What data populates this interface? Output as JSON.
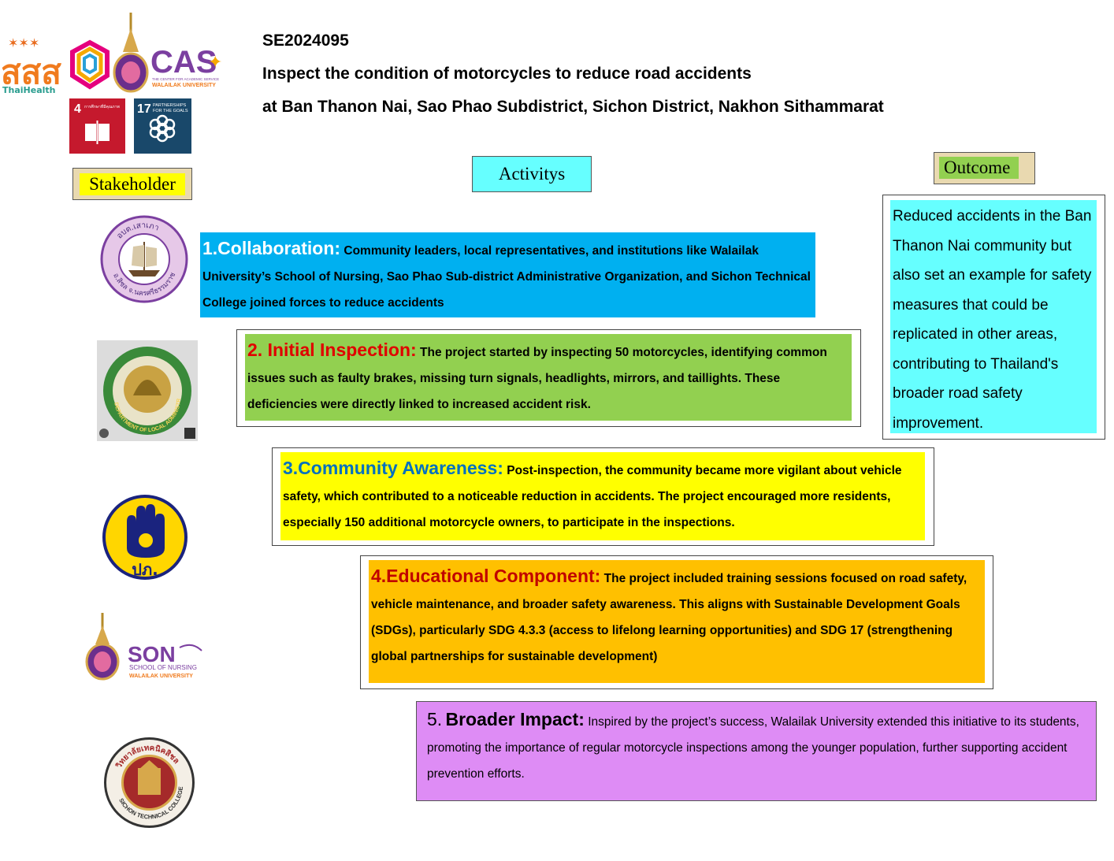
{
  "header": {
    "code": "SE2024095",
    "title_line1": "Inspect the condition of motorcycles to reduce road accidents",
    "title_line2": "at Ban Thanon Nai, Sao Phao Subdistrict, Sichon District, Nakhon Sithammarat"
  },
  "labels": {
    "stakeholder": "Stakeholder",
    "activities": "Activitys",
    "outcome": "Outcome"
  },
  "logos": {
    "thaihealth_text": "สสส",
    "thaihealth_sub": "ThaiHealth",
    "cas_text": "CAS",
    "cas_sub1": "THE CENTER FOR ACADEMIC SERVICE",
    "cas_sub2": "WALAILAK UNIVERSITY",
    "sdg4_num": "4",
    "sdg4_label": "การศึกษาที่มีคุณภาพ",
    "sdg17_num": "17",
    "sdg17_label1": "PARTNERSHIPS",
    "sdg17_label2": "FOR THE GOALS",
    "pbt_text": "ปภ.",
    "son_text": "SON",
    "son_sub1": "SCHOOL OF NURSING",
    "son_sub2": "WALAILAK UNIVERSITY",
    "sao_phao_top": "อบต.เสาเภา",
    "sao_phao_bottom": "อ.สิชล จ.นครศรีธรรมราช",
    "dla_text": "DEPARTMENT OF LOCAL ADMINISTRATION",
    "sichon_top": "วิทยาลัยเทคนิคสิชล",
    "sichon_bottom": "SICHON TECHNICAL COLLEGE"
  },
  "activities": [
    {
      "head": "1.Collaboration:",
      "text": "Community leaders, local representatives, and institutions like Walailak University’s School of Nursing, Sao Phao Sub-district Administrative Organization, and Sichon Technical College joined forces to reduce accidents"
    },
    {
      "head": "2. Initial Inspection:",
      "text": "The project started by inspecting 50 motorcycles, identifying common issues such as faulty brakes, missing turn signals, headlights, mirrors, and taillights. These deficiencies were directly linked to increased accident risk."
    },
    {
      "head": "3.Community Awareness:",
      "text": "Post-inspection, the community became more vigilant about vehicle safety, which contributed to a noticeable reduction in accidents. The project encouraged more residents, especially 150 additional motorcycle owners, to participate in the inspections."
    },
    {
      "head": "4.Educational Component:",
      "text": "The project included training sessions focused on road safety, vehicle maintenance, and broader safety awareness. This aligns with Sustainable Development Goals (SDGs), particularly SDG 4.3.3 (access to lifelong learning opportunities) and SDG 17 (strengthening global partnerships for sustainable development)"
    },
    {
      "num": "5.",
      "head": "Broader Impact:",
      "text": "Inspired by the project’s success, Walailak University extended this initiative to its students, promoting the importance of regular motorcycle inspections among the younger population, further supporting accident prevention efforts."
    }
  ],
  "outcome": {
    "text": "Reduced accidents in the Ban Thanon Nai community but also set an example for safety measures that could be replicated in other areas, contributing to Thailand's broader road safety improvement."
  }
}
